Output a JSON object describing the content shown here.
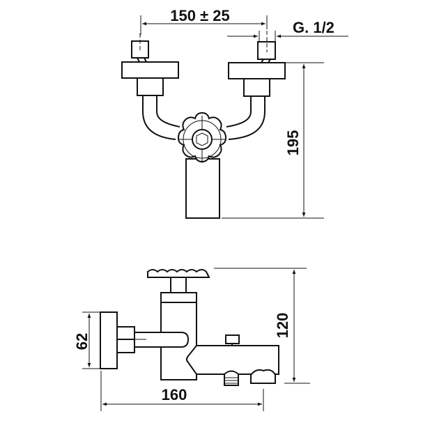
{
  "drawing": {
    "top_view": {
      "dim_spacing": "150 ± 25",
      "dim_thread": "G. 1/2",
      "dim_height": "195"
    },
    "side_view": {
      "dim_flange": "62",
      "dim_height": "120",
      "dim_depth": "160"
    },
    "colors": {
      "line": "#111111",
      "background": "#ffffff"
    }
  }
}
